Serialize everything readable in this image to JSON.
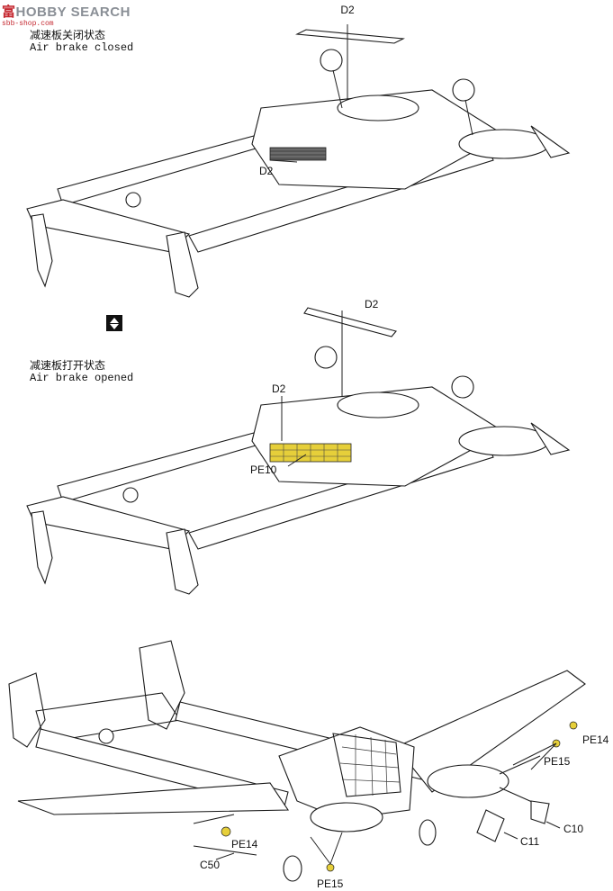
{
  "watermark": {
    "prefix_red": "富",
    "prefix_gray": "HOBBY",
    "suffix": "SEARCH",
    "sub": "sbb-shop.com"
  },
  "step1": {
    "caption_cn": "减速板关闭状态",
    "caption_en": "Air brake closed",
    "labels": [
      "D2",
      "D2"
    ]
  },
  "step2": {
    "caption_cn": "减速板打开状态",
    "caption_en": "Air brake opened",
    "labels": [
      "D2",
      "D2",
      "PE10"
    ]
  },
  "step3": {
    "labels": [
      "PE14",
      "PE15",
      "C10",
      "C11",
      "PE14",
      "C50",
      "PE15"
    ]
  },
  "colors": {
    "pe_part": "#e6cf3a",
    "grille": "#555555"
  },
  "icons": [
    "flip-model-icon"
  ]
}
